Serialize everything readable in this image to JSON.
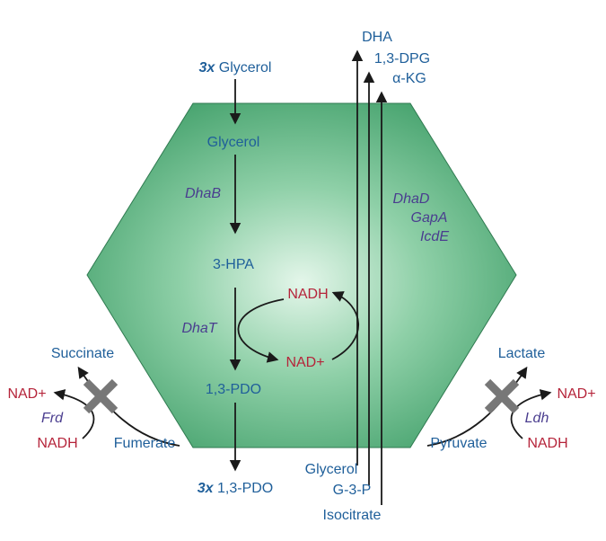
{
  "colors": {
    "metabolite": "#1f5f9a",
    "cofactor": "#b5243a",
    "enzyme": "#4a3d8f",
    "compartment_center": "#c9ecd5",
    "compartment_edge": "#3f9e68"
  },
  "inputs": {
    "glycerol_mult": "3x",
    "glycerol": "Glycerol",
    "pdo_mult": "3x",
    "pdo": "1,3-PDO"
  },
  "inner": {
    "glycerol": "Glycerol",
    "dhab": "DhaB",
    "hpa": "3-HPA",
    "dhat": "DhaT",
    "pdo": "1,3-PDO",
    "nadh": "NADH",
    "nadplus": "NAD+"
  },
  "shuttle": {
    "out_dha": "DHA",
    "out_dpg": "1,3-DPG",
    "out_akg": "α-KG",
    "enzyme_1": "DhaD",
    "enzyme_2": "GapA",
    "enzyme_3": "IcdE",
    "in_glycerol": "Glycerol",
    "in_g3p": "G-3-P",
    "in_isocitrate": "Isocitrate"
  },
  "left_branch": {
    "product": "Succinate",
    "nadplus": "NAD+",
    "enzyme": "Frd",
    "nadh": "NADH",
    "substrate": "Fumerate"
  },
  "right_branch": {
    "product": "Lactate",
    "nadplus": "NAD+",
    "enzyme": "Ldh",
    "nadh": "NADH",
    "substrate": "Pyruvate"
  }
}
